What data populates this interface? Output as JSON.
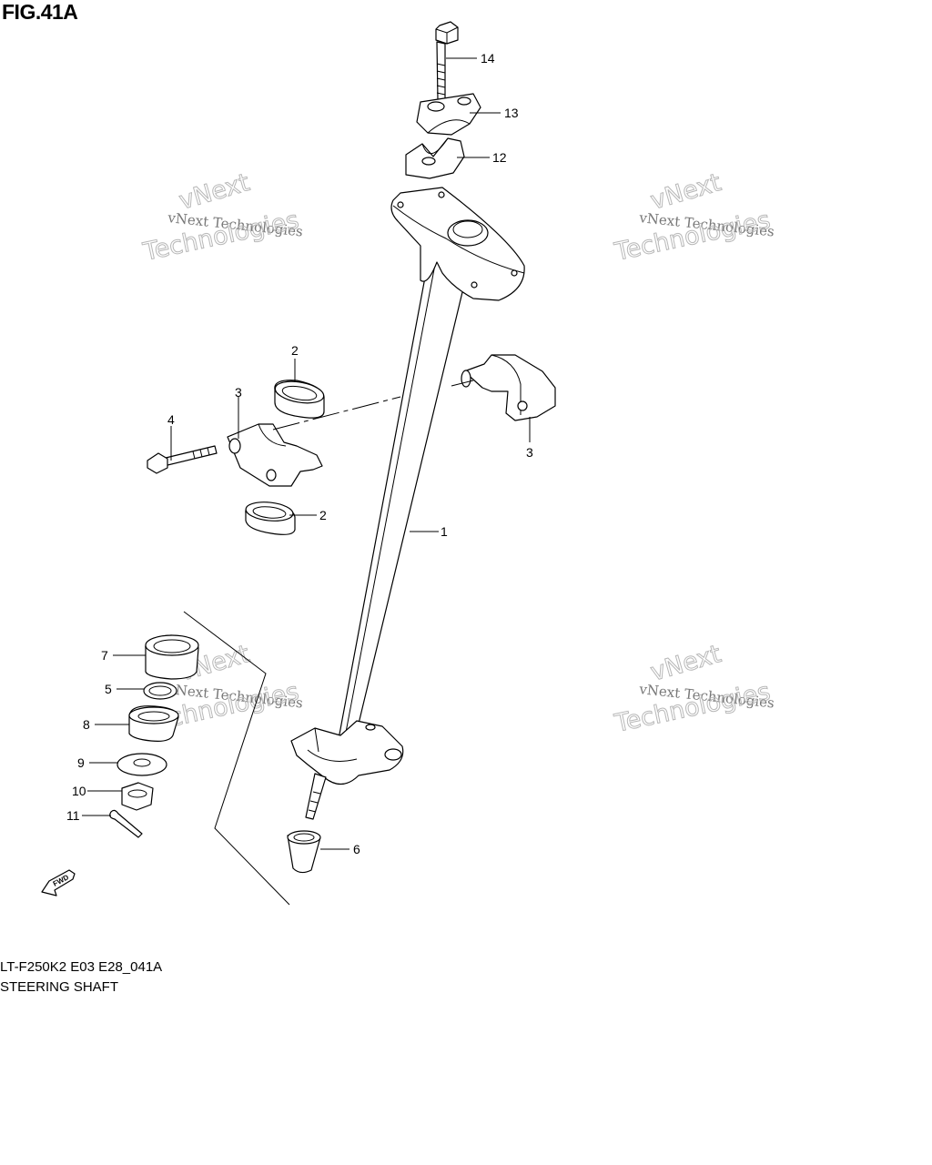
{
  "figure": {
    "title": "FIG.41A",
    "model_code": "LT-F250K2 E03 E28_041A",
    "caption": "STEERING SHAFT"
  },
  "watermark": {
    "line1": "vNext Technologies",
    "line2": "vNext",
    "line3": "Technologies"
  },
  "callouts": [
    "14",
    "13",
    "12",
    "2",
    "3",
    "4",
    "3",
    "2",
    "1",
    "7",
    "5",
    "8",
    "9",
    "10",
    "11",
    "6"
  ],
  "fwd_label": "FWD",
  "colors": {
    "line": "#000000",
    "watermark": "#b8b8b8"
  }
}
